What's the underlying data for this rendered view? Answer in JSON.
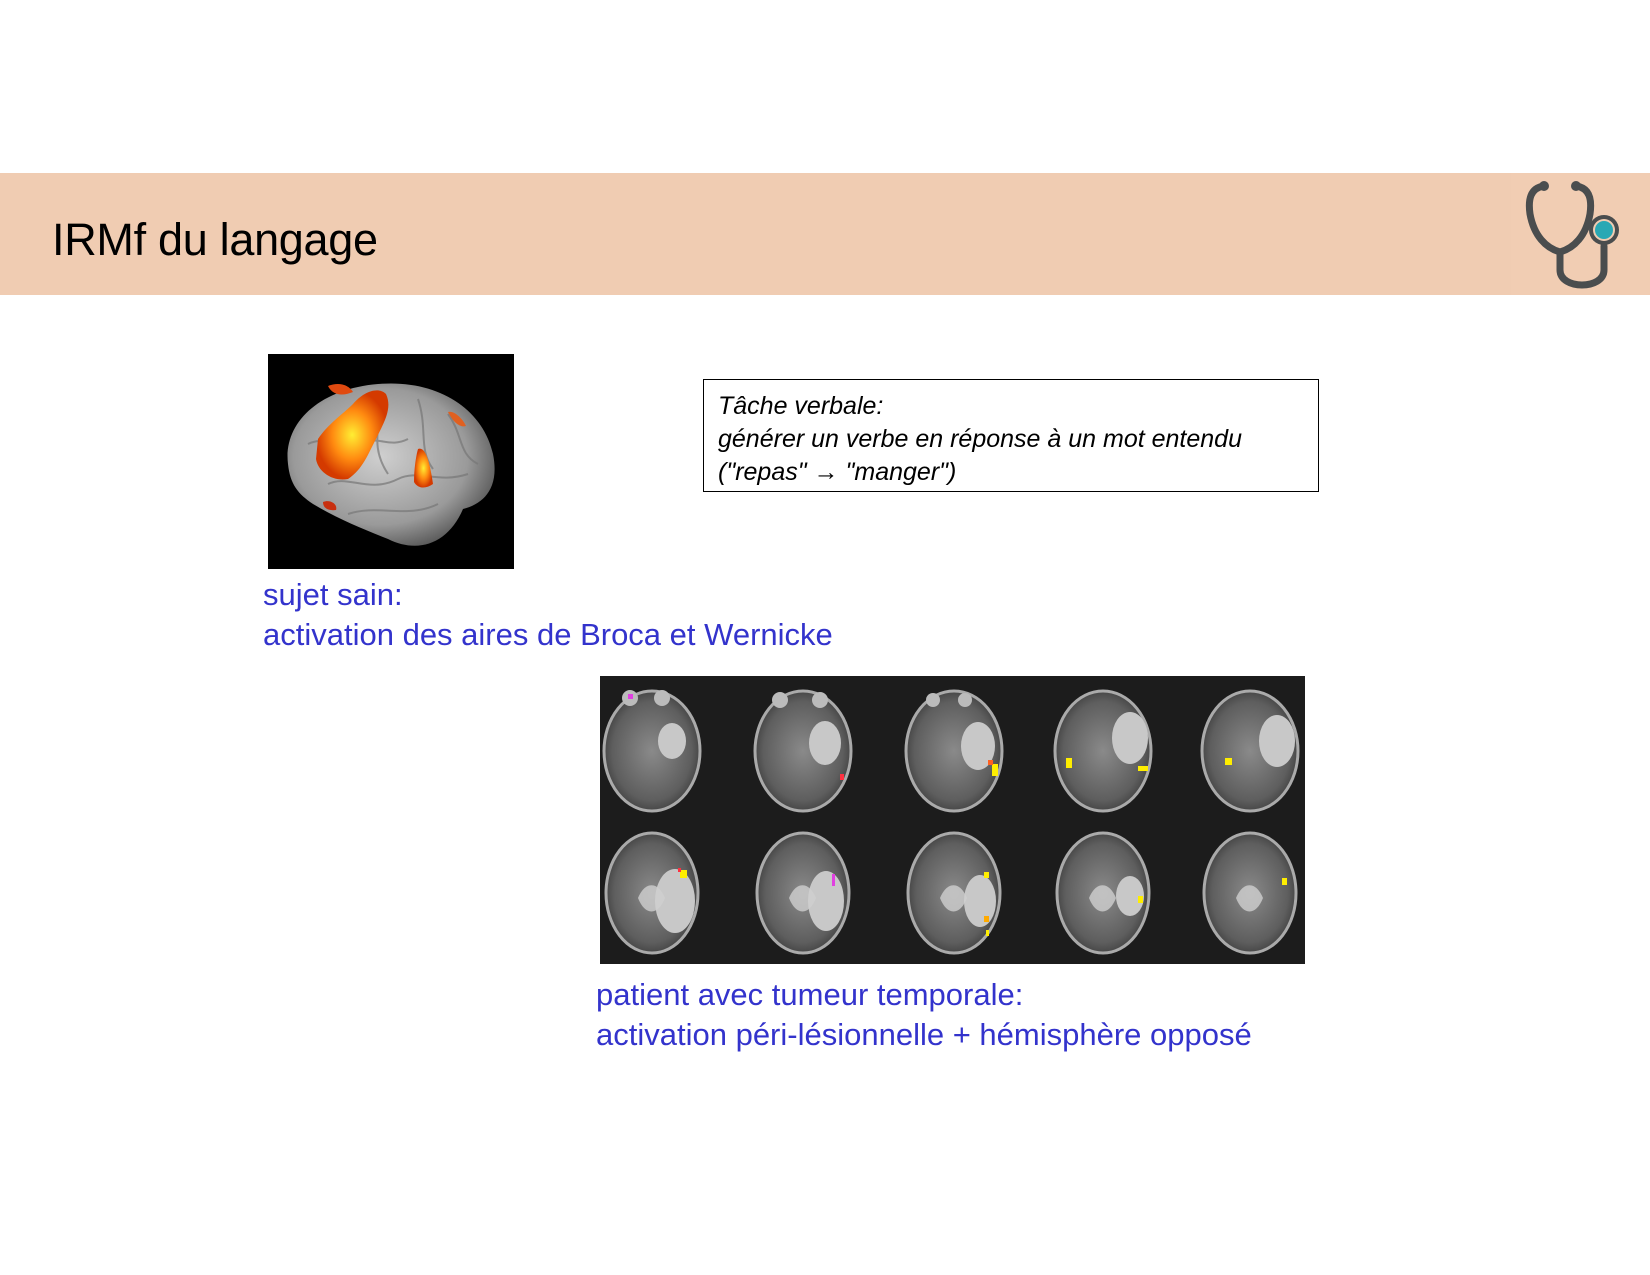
{
  "header": {
    "title": "IRMf du langage",
    "icon": "stethoscope-icon",
    "colors": {
      "banner": "#f0ccb2",
      "icon_gray": "#4a4d4e",
      "icon_teal": "#2aa8b4"
    }
  },
  "healthy_subject": {
    "image": "3d-brain-fmri-activation",
    "caption_line1": "sujet sain:",
    "caption_line2": "activation des aires de Broca et Wernicke"
  },
  "task_box": {
    "line1": "Tâche verbale:",
    "line2": "générer un verbe en réponse à un mot entendu",
    "line3": "(\"repas\" → \"manger\")"
  },
  "patient": {
    "image": "axial-mri-slices-fmri-activation",
    "rows": 2,
    "columns": 5,
    "caption_line1": "patient avec tumeur temporale:",
    "caption_line2": "activation péri-lésionnelle + hémisphère opposé"
  },
  "colors": {
    "caption_blue": "#3333cc"
  }
}
